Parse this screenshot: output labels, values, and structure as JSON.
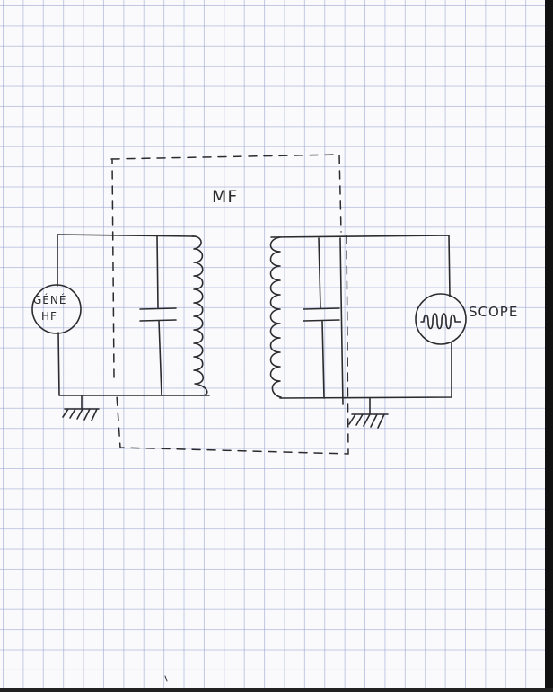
{
  "diagram": {
    "labels": {
      "mf": "MF",
      "scope": "SCOPE",
      "gene_line1": "GÉNÉ",
      "gene_line2": "HF"
    },
    "ink_color": "#2b2b2f",
    "grid_color": "#969fcd"
  }
}
